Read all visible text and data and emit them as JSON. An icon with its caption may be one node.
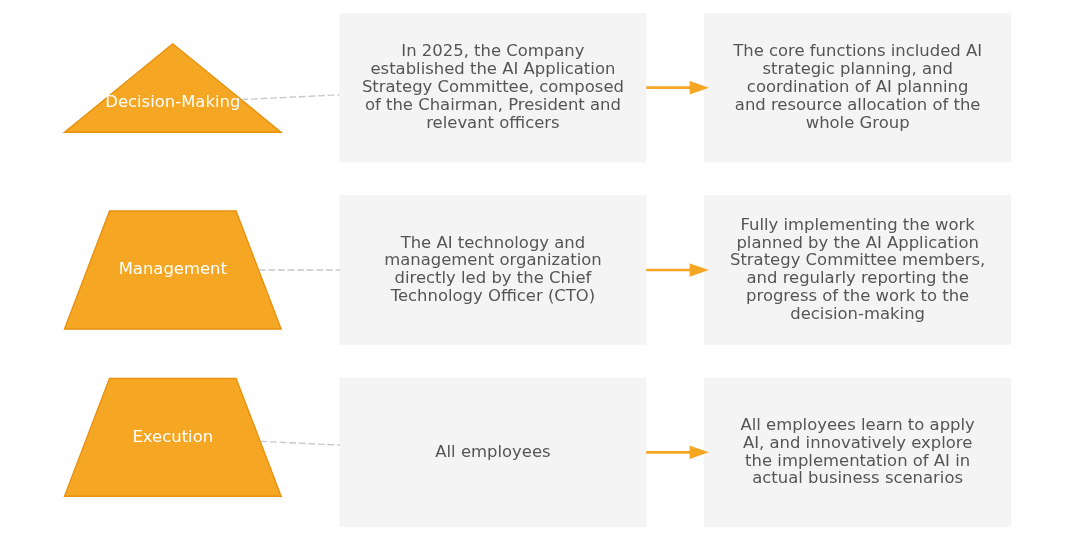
{
  "diagram": {
    "nodes": [
      {
        "text": [
          "Decision-Making"
        ]
      },
      {
        "text": [
          "In 2025, the Company established the AI Application Strategy Committee, composed of the Chairman, President and relevant officers"
        ]
      },
      {
        "text": [
          "The core functions included AI strategic planning, and coordination of AI planning and resource allocation of the whole Group"
        ]
      },
      {
        "text": [
          "Management"
        ]
      },
      {
        "text": [
          "The AI technology and management organization directly led by the Chief Technology Officer (CTO)"
        ]
      },
      {
        "text": [
          "Fully implementing the work planned by the AI Application Strategy Committee members, and regularly reporting the progress of the work to the decision-making"
        ]
      },
      {
        "text": [
          "Execution"
        ]
      },
      {
        "text": [
          "All employees"
        ]
      },
      {
        "text": [
          "All employees learn to apply AI, and innovatively explore the implementation of AI in actual business scenarios"
        ]
      }
    ],
    "edges": [
      {
        "from": 0,
        "to": 1,
        "arrow": "none",
        "style": "dashed",
        "color": "#c8c8c8"
      },
      {
        "from": 1,
        "to": 2,
        "arrow": "to",
        "color": "#f5a623"
      },
      {
        "from": 3,
        "to": 4,
        "arrow": "none",
        "style": "dashed",
        "color": "#c8c8c8"
      },
      {
        "from": 4,
        "to": 5,
        "arrow": "to",
        "color": "#f5a623"
      },
      {
        "from": 6,
        "to": 7,
        "arrow": "none",
        "style": "dashed",
        "color": "#c8c8c8"
      },
      {
        "from": 7,
        "to": 8,
        "arrow": "to",
        "color": "#f5a623"
      }
    ]
  }
}
